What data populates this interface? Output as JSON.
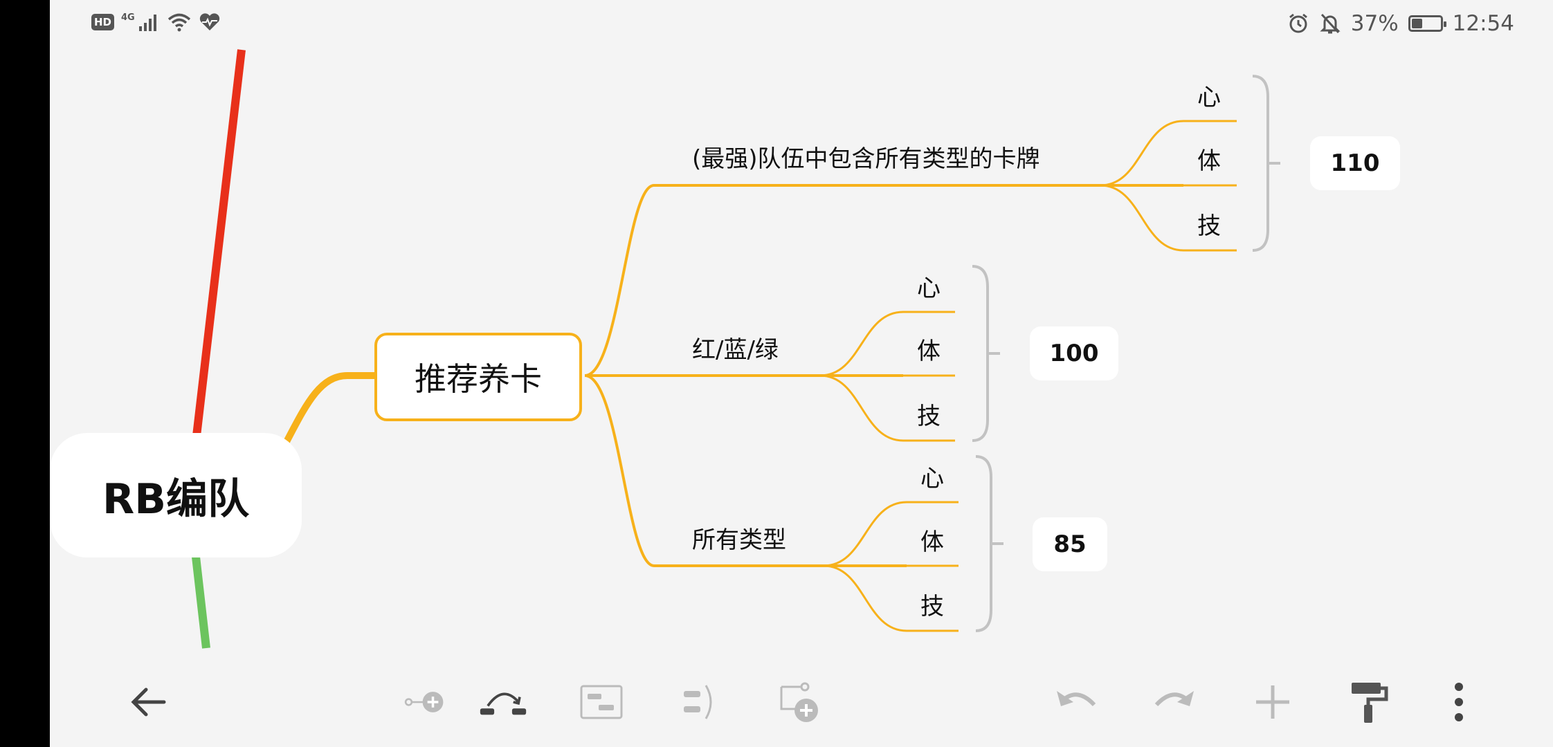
{
  "status_bar": {
    "hd": "HD",
    "network": "4G",
    "battery_percent": "37%",
    "time": "12:54",
    "battery_level": 0.37
  },
  "mindmap": {
    "root": "RB编队",
    "main": "推荐养卡",
    "branches": [
      {
        "label": "(最强)队伍中包含所有类型的卡牌",
        "children": [
          "心",
          "体",
          "技"
        ],
        "summary": "110"
      },
      {
        "label": "红/蓝/绿",
        "children": [
          "心",
          "体",
          "技"
        ],
        "summary": "100"
      },
      {
        "label": "所有类型",
        "children": [
          "心",
          "体",
          "技"
        ],
        "summary": "85"
      }
    ]
  },
  "colors": {
    "branch": "#f7b11a",
    "red_line": "#e8301a",
    "green_line": "#6cc45e",
    "bracket": "#c2c2c2"
  },
  "toolbar": {
    "icons": [
      "back-arrow-icon",
      "add-subtopic-icon",
      "relationship-icon",
      "summary-box-icon",
      "boundary-icon",
      "insert-floating-topic-icon",
      "undo-icon",
      "redo-icon",
      "add-icon",
      "format-paint-icon",
      "more-icon"
    ]
  }
}
